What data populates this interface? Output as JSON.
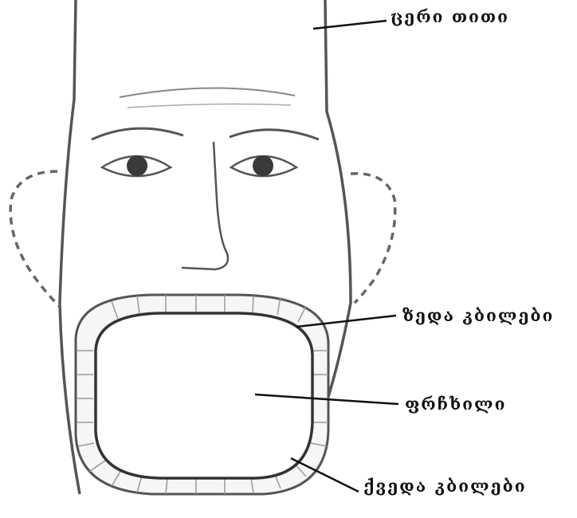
{
  "labels": {
    "top": "ცერი თითი",
    "upper_teeth": "ზედა კბილები",
    "palate": "ფრჩხილი",
    "lower_teeth": "ქვედა კბილები"
  },
  "colors": {
    "outline": "#555555",
    "teeth_stroke": "#9a9a9a",
    "eye": "#3a3a3a",
    "leader": "#111111"
  }
}
